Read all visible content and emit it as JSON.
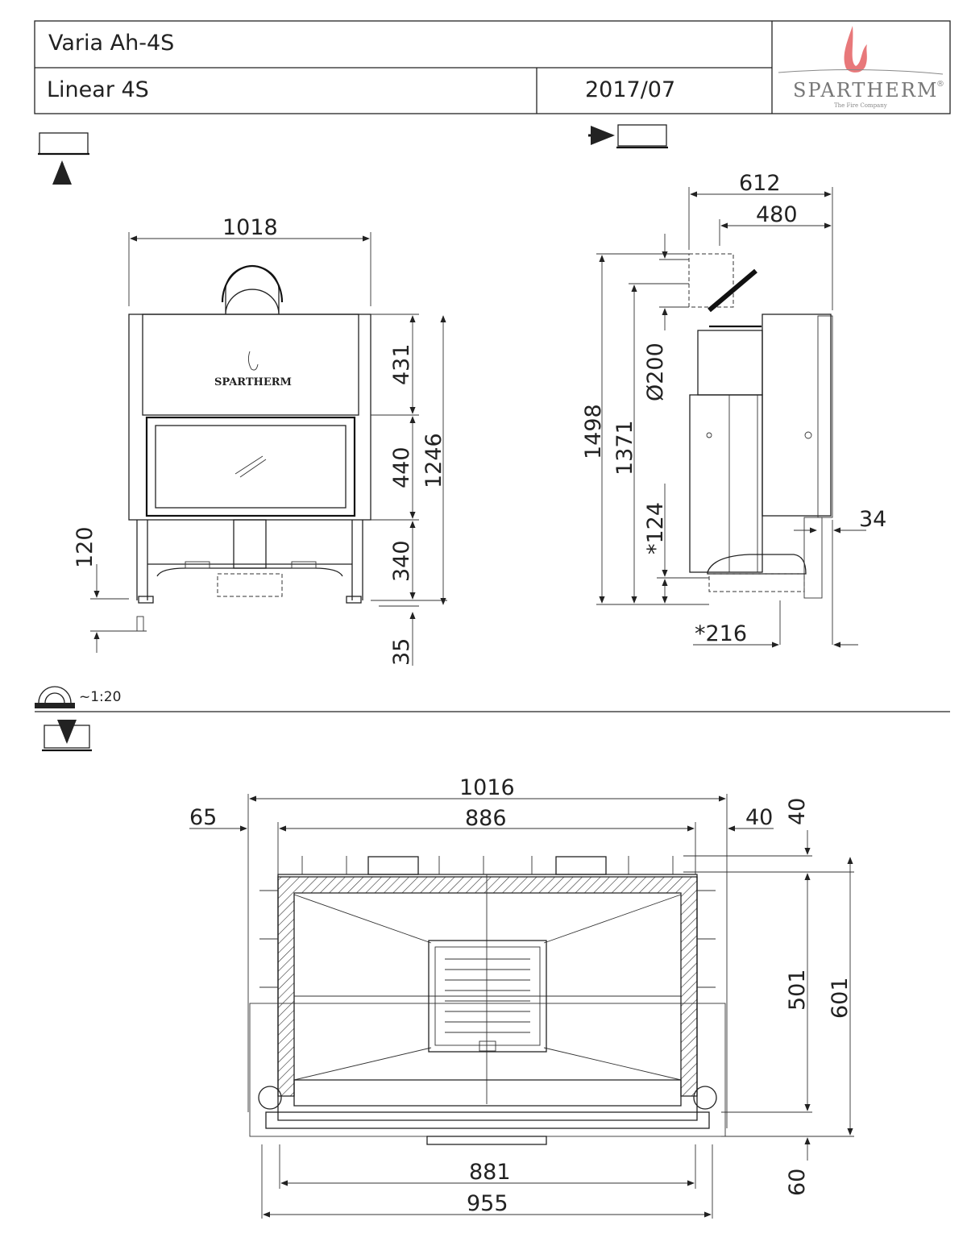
{
  "title_block": {
    "model": "Varia Ah-4S",
    "variant": "Linear 4S",
    "date": "2017/07",
    "logo": {
      "brand": "SPARTHERM",
      "tagline": "The Fire Company",
      "registered": "®",
      "flame_color": "#e8787a"
    }
  },
  "scale": {
    "label": "~1:20"
  },
  "front_view": {
    "logo_text": "SPARTHERM",
    "dimensions": {
      "width": "1018",
      "top_section": "431",
      "glass": "440",
      "base": "340",
      "total_height": "1246",
      "foot_offset": "120",
      "feet": "35"
    }
  },
  "side_view": {
    "dimensions": {
      "depth": "612",
      "depth_inner": "480",
      "height_total": "1498",
      "height_flue": "1371",
      "flue_diameter": "Ø200",
      "air_inlet_height": "*124",
      "rear_offset": "34",
      "air_inlet_offset": "*216"
    }
  },
  "top_view": {
    "dimensions": {
      "width_outer": "1016",
      "width_inner": "886",
      "left_offset": "65",
      "right_offset": "40",
      "top_offset": "40",
      "depth_inner": "501",
      "depth_outer": "601",
      "front_offset": "60",
      "glass_width": "881",
      "frame_width": "955"
    }
  }
}
